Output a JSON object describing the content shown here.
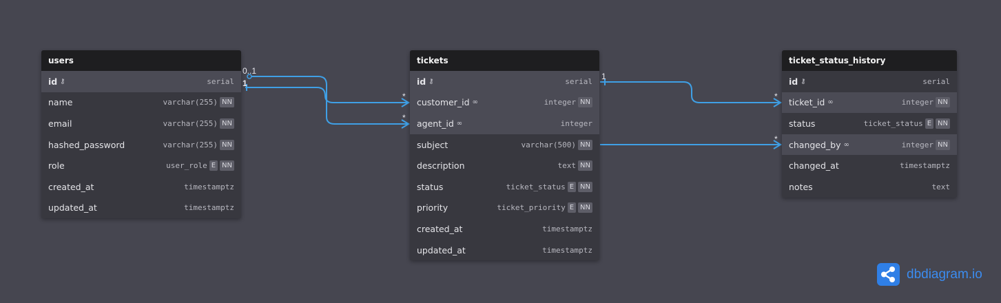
{
  "tables": [
    {
      "name": "users",
      "fields": [
        {
          "name": "id",
          "type": "serial",
          "pk": true,
          "icon": "key-icon",
          "badges": [],
          "hl": true
        },
        {
          "name": "name",
          "type": "varchar(255)",
          "badges": [
            "NN"
          ]
        },
        {
          "name": "email",
          "type": "varchar(255)",
          "badges": [
            "NN"
          ]
        },
        {
          "name": "hashed_password",
          "type": "varchar(255)",
          "badges": [
            "NN"
          ]
        },
        {
          "name": "role",
          "type": "user_role",
          "badges": [
            "E",
            "NN"
          ]
        },
        {
          "name": "created_at",
          "type": "timestamptz",
          "badges": []
        },
        {
          "name": "updated_at",
          "type": "timestamptz",
          "badges": []
        }
      ]
    },
    {
      "name": "tickets",
      "fields": [
        {
          "name": "id",
          "type": "serial",
          "pk": true,
          "icon": "key-icon",
          "badges": [],
          "hl": true
        },
        {
          "name": "customer_id",
          "type": "integer",
          "icon": "link-icon",
          "badges": [
            "NN"
          ],
          "hl": true
        },
        {
          "name": "agent_id",
          "type": "integer",
          "icon": "link-icon",
          "badges": [],
          "hl": true
        },
        {
          "name": "subject",
          "type": "varchar(500)",
          "badges": [
            "NN"
          ]
        },
        {
          "name": "description",
          "type": "text",
          "badges": [
            "NN"
          ]
        },
        {
          "name": "status",
          "type": "ticket_status",
          "badges": [
            "E",
            "NN"
          ]
        },
        {
          "name": "priority",
          "type": "ticket_priority",
          "badges": [
            "E",
            "NN"
          ]
        },
        {
          "name": "created_at",
          "type": "timestamptz",
          "badges": []
        },
        {
          "name": "updated_at",
          "type": "timestamptz",
          "badges": []
        }
      ]
    },
    {
      "name": "ticket_status_history",
      "fields": [
        {
          "name": "id",
          "type": "serial",
          "pk": true,
          "icon": "key-icon",
          "badges": []
        },
        {
          "name": "ticket_id",
          "type": "integer",
          "icon": "link-icon",
          "badges": [
            "NN"
          ],
          "hl": true
        },
        {
          "name": "status",
          "type": "ticket_status",
          "badges": [
            "E",
            "NN"
          ]
        },
        {
          "name": "changed_by",
          "type": "integer",
          "icon": "link-icon",
          "badges": [
            "NN"
          ],
          "hl": true
        },
        {
          "name": "changed_at",
          "type": "timestamptz",
          "badges": []
        },
        {
          "name": "notes",
          "type": "text",
          "badges": []
        }
      ]
    }
  ],
  "relations": [
    {
      "from": "users.id",
      "to": "tickets.customer_id",
      "from_label": "1",
      "to_label": "*"
    },
    {
      "from": "users.id",
      "to": "tickets.agent_id",
      "from_label": "0..1",
      "to_label": "*"
    },
    {
      "from": "tickets.id",
      "to": "ticket_status_history.ticket_id",
      "from_label": "1",
      "to_label": "*"
    },
    {
      "from": "tickets.subject",
      "to": "ticket_status_history.changed_by",
      "from_label": "",
      "to_label": "*"
    }
  ],
  "brand": {
    "name": "dbdiagram",
    "tld": ".io",
    "icon": "share-icon"
  },
  "colors": {
    "background": "#464650",
    "link": "#3fa0e6",
    "header": "#1e1e20",
    "brand": "#2f7fe6"
  }
}
